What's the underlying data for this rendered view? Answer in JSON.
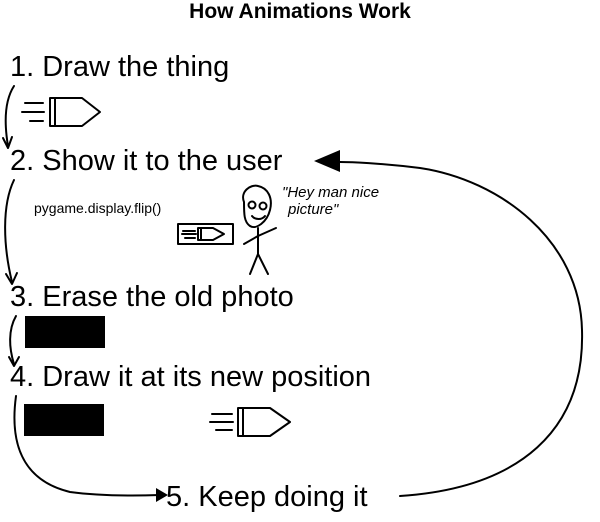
{
  "title": "How Animations Work",
  "steps": [
    "1. Draw the thing",
    "2. Show it to the user",
    "3. Erase the old photo",
    "4. Draw it at its new position",
    "5. Keep doing it"
  ],
  "code_label": "pygame.display.flip()",
  "speech": {
    "line1": "\"Hey man nice",
    "line2": "picture\""
  }
}
